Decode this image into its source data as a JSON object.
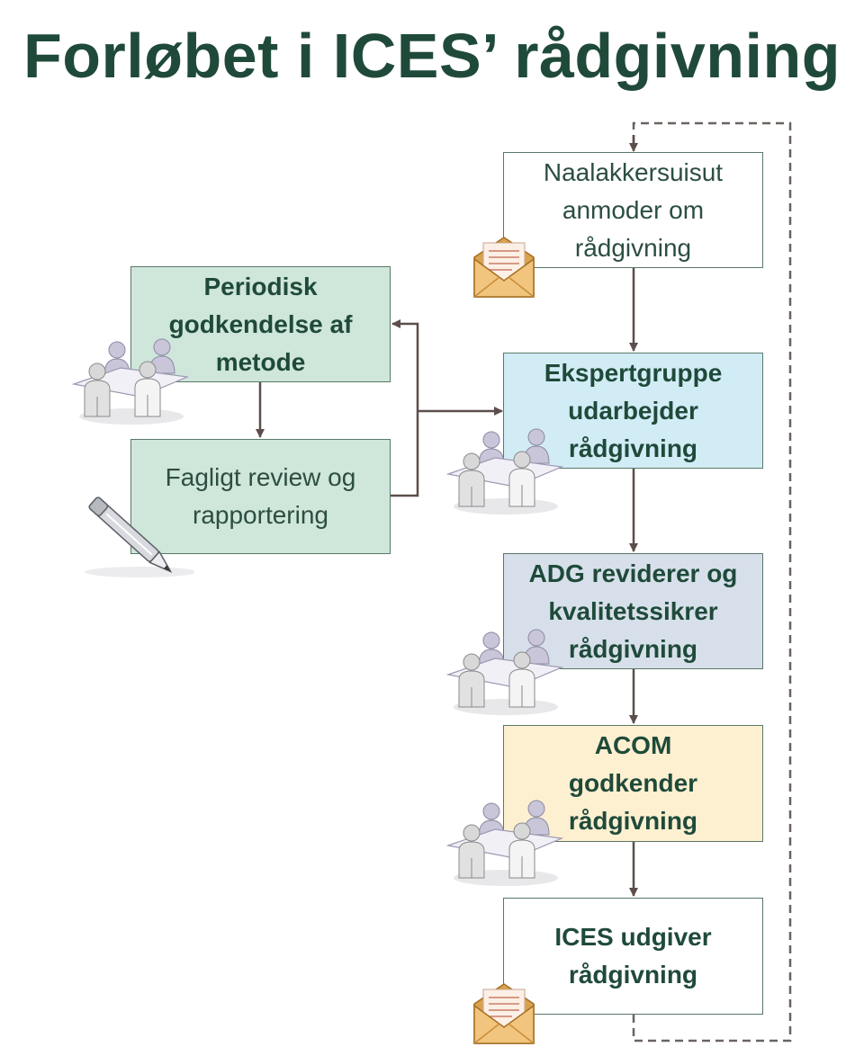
{
  "title": "Forløbet i ICES’ rådgivning",
  "boxes": {
    "request": {
      "lines": [
        "Naalakkersuisut",
        "anmoder om",
        "rådgivning"
      ]
    },
    "expert": {
      "lines": [
        "Ekspertgruppe",
        "udarbejder",
        "rådgivning"
      ]
    },
    "adg": {
      "lines": [
        "ADG reviderer og",
        "kvalitetssikrer",
        "rådgivning"
      ]
    },
    "acom": {
      "lines": [
        "ACOM",
        "godkender",
        "rådgivning"
      ]
    },
    "publish": {
      "lines": [
        "ICES udgiver",
        "rådgivning"
      ]
    },
    "method": {
      "lines": [
        "Periodisk",
        "godkendelse af",
        "metode"
      ]
    },
    "review": {
      "lines": [
        "Fagligt review og",
        "rapportering"
      ]
    }
  },
  "colors": {
    "title": "#1f4a3a",
    "green_box": "#cfe6da",
    "blue_box": "#d2ecf6",
    "slate_box": "#d7e0ea",
    "yellow_box": "#fdf0d1",
    "white_box": "#ffffff",
    "arrow": "#5c4e4a"
  },
  "icons": {
    "envelope": "envelope-icon",
    "meeting": "meeting-group-icon",
    "pen": "pen-icon"
  }
}
